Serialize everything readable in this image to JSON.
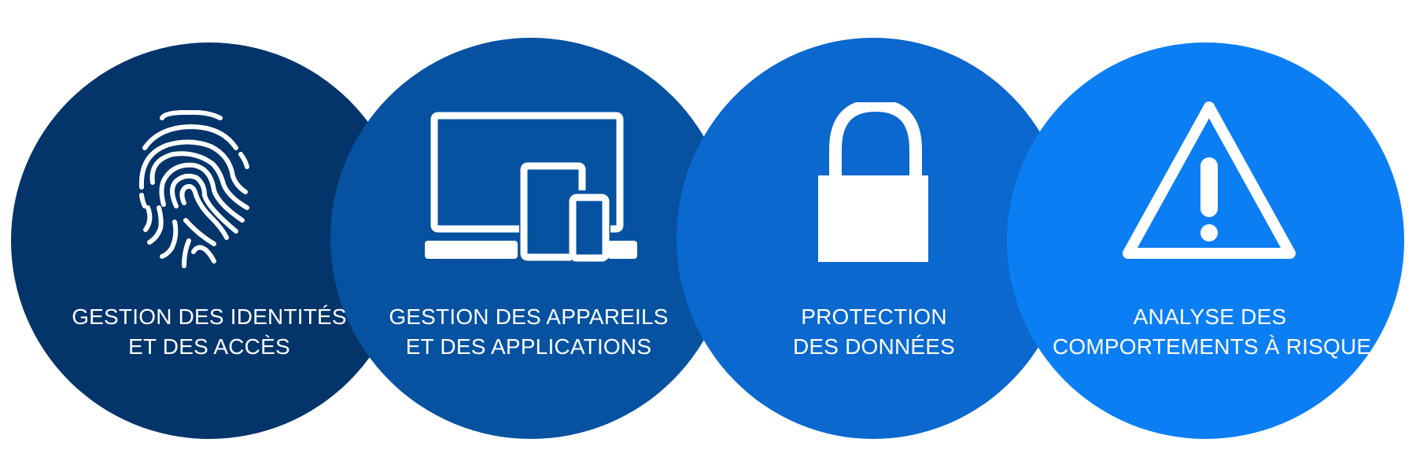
{
  "colors": {
    "step1": "#03346a",
    "step2": "#0652a1",
    "step3": "#0a68cf",
    "step4": "#0c7ef3",
    "foreground": "#ffffff"
  },
  "steps": [
    {
      "icon": "fingerprint-icon",
      "line1": "GESTION DES IDENTITÉS",
      "line2": "ET DES ACCÈS"
    },
    {
      "icon": "devices-icon",
      "line1": "GESTION DES APPAREILS",
      "line2": "ET DES APPLICATIONS"
    },
    {
      "icon": "padlock-icon",
      "line1": "PROTECTION",
      "line2": "DES DONNÉES"
    },
    {
      "icon": "warning-icon",
      "line1": "ANALYSE DES",
      "line2": "COMPORTEMENTS À RISQUE"
    }
  ]
}
